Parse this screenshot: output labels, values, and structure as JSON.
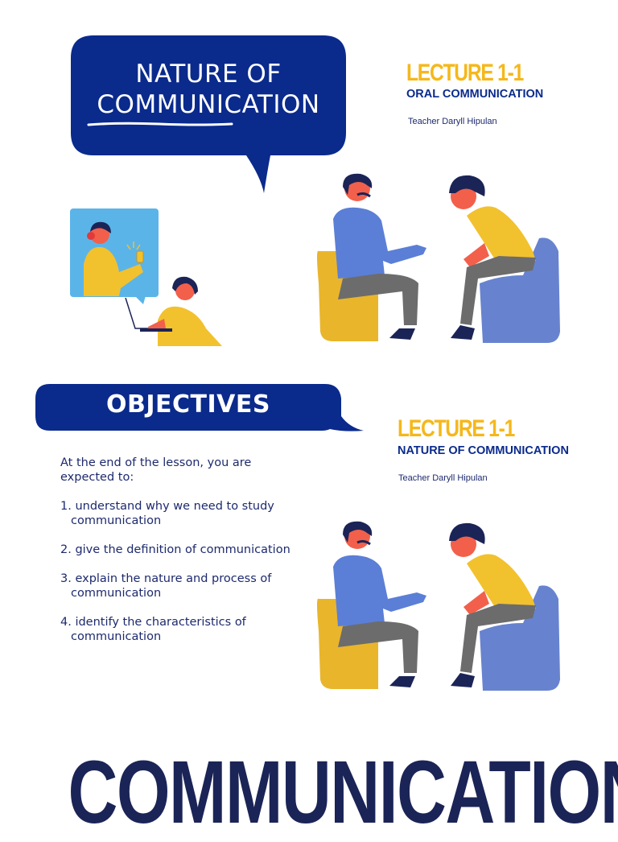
{
  "title_bubble": {
    "line1": "NATURE OF",
    "line2": "COMMUNICATION"
  },
  "lecture_top": {
    "number": "LECTURE 1-1",
    "subject": "ORAL COMMUNICATION",
    "teacher": "Teacher Daryll Hipulan"
  },
  "objectives_banner": {
    "label": "OBJECTIVES"
  },
  "lecture_bottom": {
    "number": "LECTURE 1-1",
    "subject": "NATURE OF COMMUNICATION",
    "teacher": "Teacher Daryll Hipulan"
  },
  "objectives": {
    "intro": "At the end of the lesson, you are expected to:",
    "items": [
      "1.  understand why we need to study communication",
      "2. give the definition of communication",
      "3. explain the nature and process of communication",
      "4. identify the characteristics of communication"
    ]
  },
  "big_word": "COMMUNICATION",
  "colors": {
    "navy": "#0a2a8c",
    "lecture_yellow": "#f5b81b",
    "dark_navy_text": "#1b2456",
    "chair_yellow": "#e9b52b",
    "chair_blue": "#6783cf",
    "shirt_blue": "#5b7fd6",
    "shirt_yellow": "#f2c12e",
    "skin": "#f2604b",
    "pants_gray": "#6c6c6c"
  }
}
